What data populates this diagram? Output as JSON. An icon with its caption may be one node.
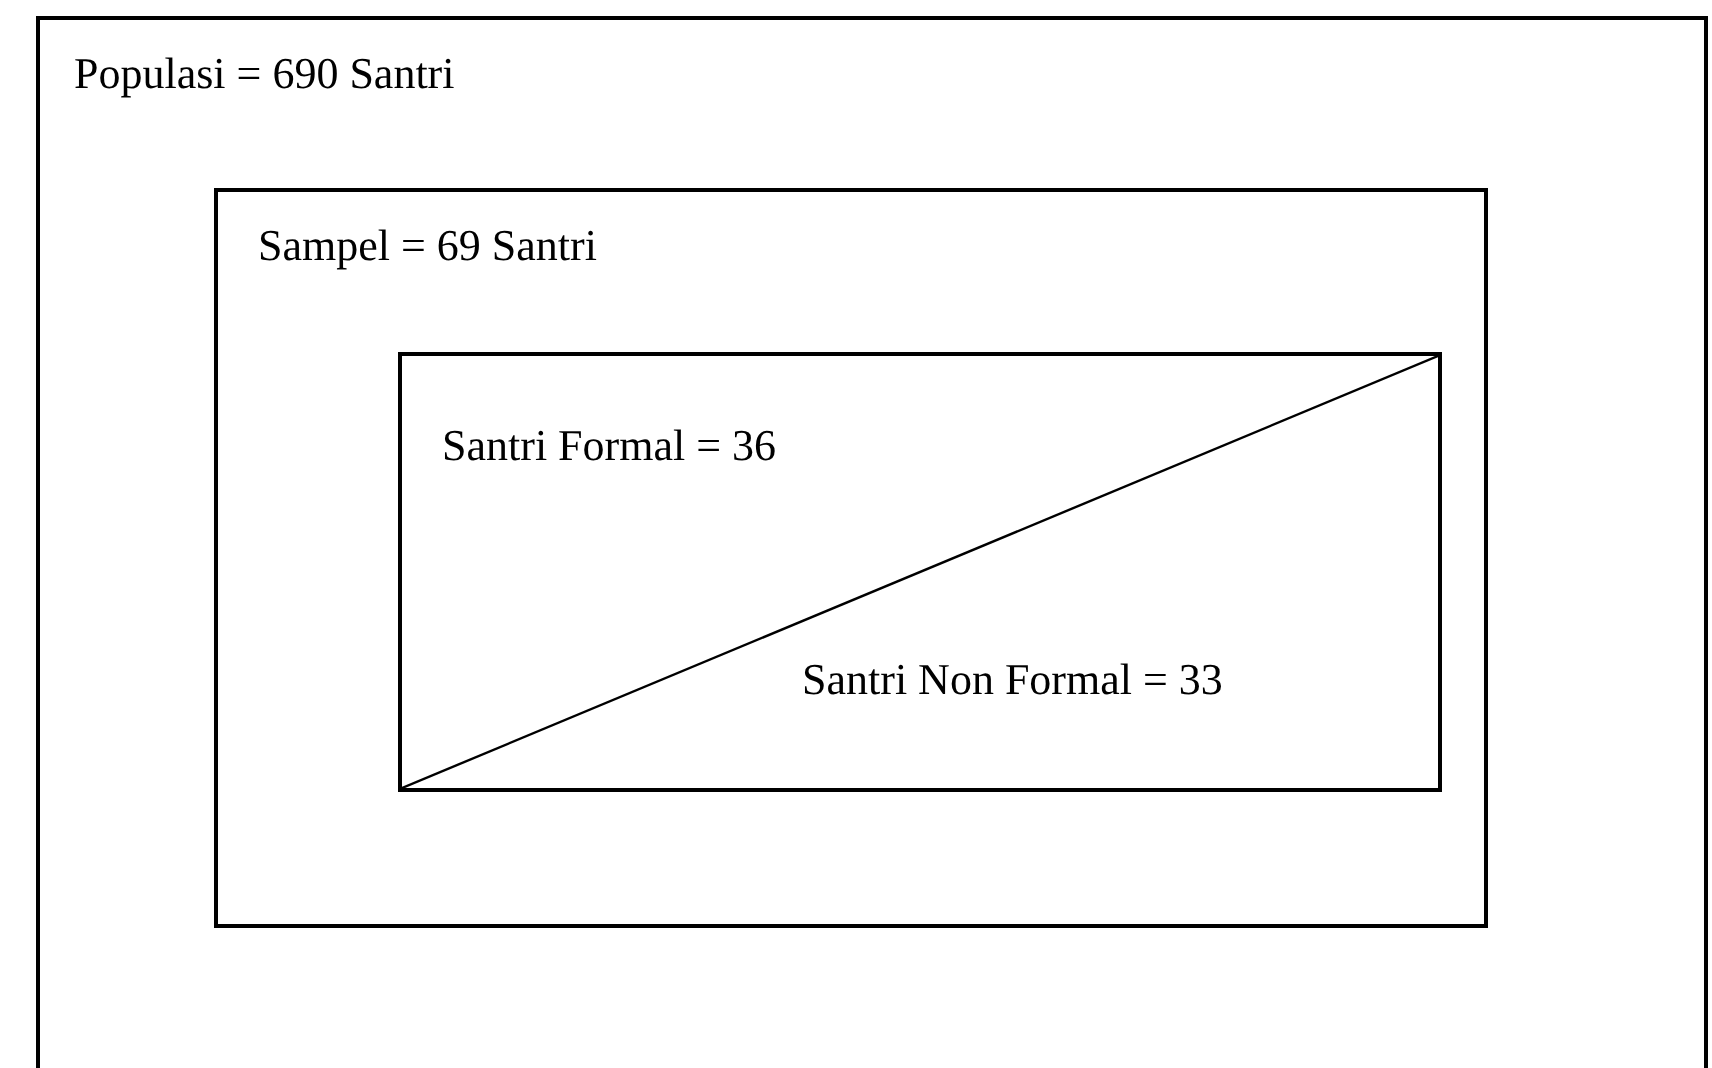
{
  "diagram": {
    "nodes": [
      {
        "text": [
          "Populasi = 690 Santri"
        ]
      },
      {
        "text": [
          "Sampel = 69 Santri"
        ],
        "in": 0
      },
      {
        "text": [
          "Santri Formal = 36",
          "Santri Non Formal = 33"
        ],
        "in": 1
      }
    ],
    "edges": []
  }
}
